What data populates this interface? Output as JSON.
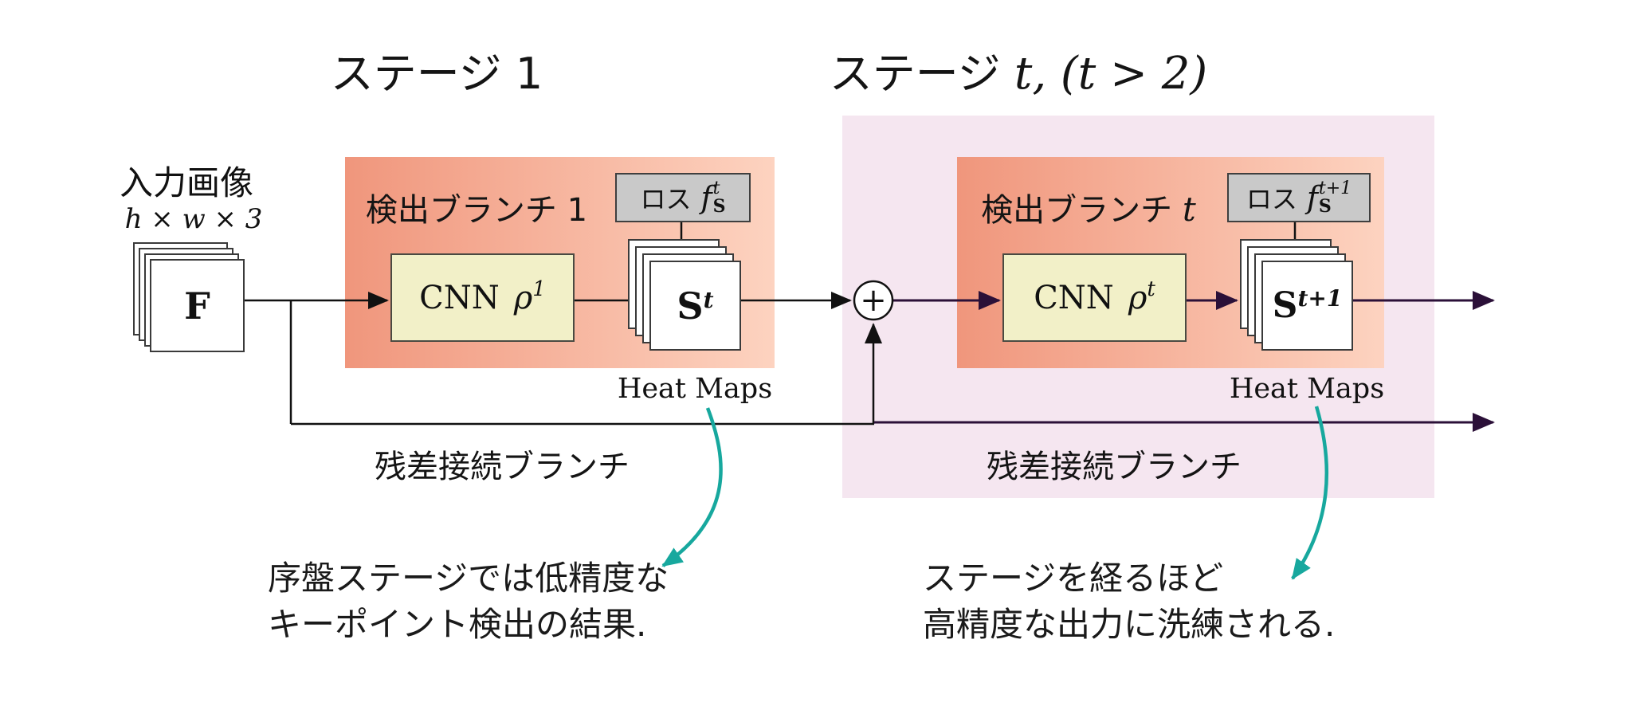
{
  "titles": {
    "stage1": "ステージ 1",
    "staget_jp": "ステージ",
    "staget_math": "t, (t > 2)"
  },
  "input": {
    "label": "入力画像",
    "dims": "h × w × 3",
    "tensor": "F"
  },
  "stage1": {
    "branch_label": "検出ブランチ 1",
    "cnn_word": "CNN",
    "cnn_sym": "ρ",
    "cnn_sup": "1",
    "loss_word": "ロス",
    "loss_f": "f",
    "loss_sup": "t",
    "loss_sub": "S",
    "stack_sym": "S",
    "stack_sup": "t",
    "heatmaps": "Heat Maps",
    "residual_label": "残差接続ブランチ"
  },
  "staget": {
    "branch_label_jp": "検出ブランチ",
    "branch_label_math": "t",
    "cnn_word": "CNN",
    "cnn_sym": "ρ",
    "cnn_sup": "t",
    "loss_word": "ロス",
    "loss_f": "f",
    "loss_sup": "t+1",
    "loss_sub": "S",
    "stack_sym": "S",
    "stack_sup": "t+1",
    "heatmaps": "Heat Maps",
    "residual_label": "残差接続ブランチ"
  },
  "operators": {
    "plus": "+"
  },
  "annotations": {
    "left_line1": "序盤ステージでは低精度な",
    "left_line2": "キーポイント検出の結果.",
    "right_line1": "ステージを経るほど",
    "right_line2": "高精度な出力に洗練される."
  },
  "colors": {
    "detection_box_dark": "#f0967c",
    "detection_box_light": "#fdd3c0",
    "stage_t_background": "#f5e6f0",
    "cnn_box": "#f2f0c8",
    "loss_box": "#c9c9c9",
    "wire_black": "#111111",
    "wire_purple": "#2b1038",
    "callout_teal": "#17a89e"
  }
}
